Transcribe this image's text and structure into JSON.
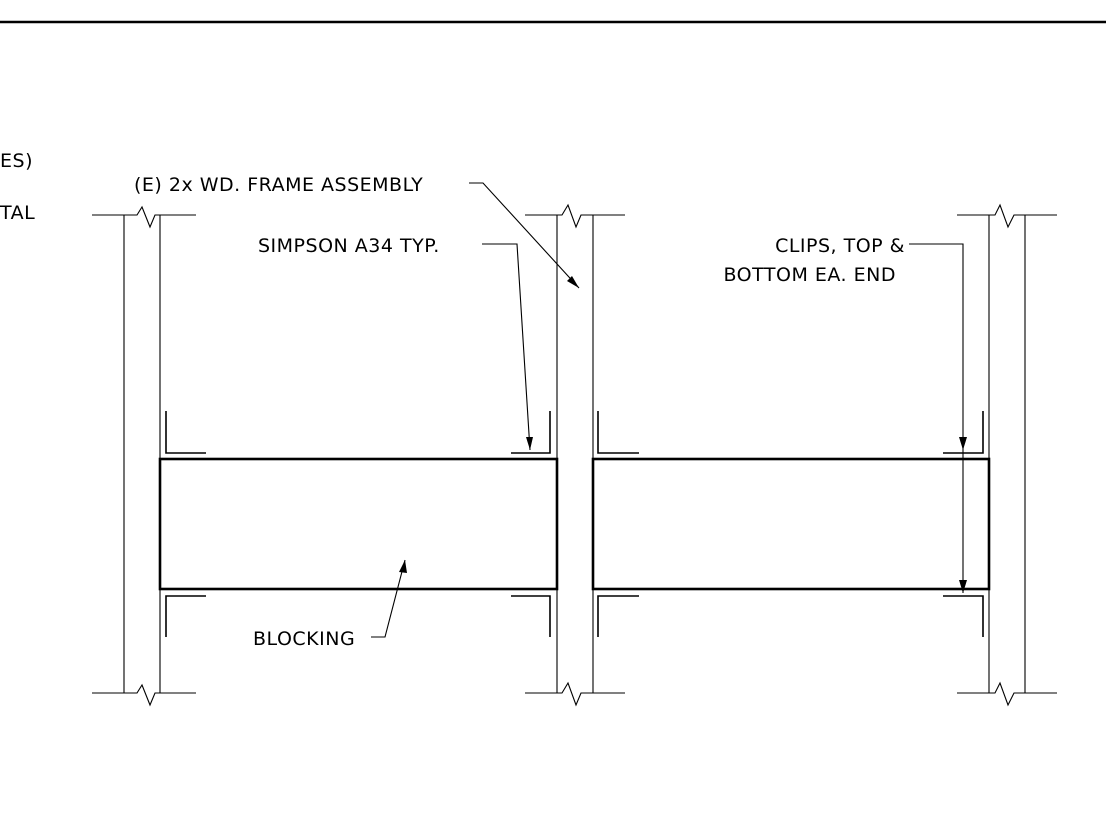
{
  "labels": {
    "left_partial_1": "ES)",
    "left_partial_2": "TAL",
    "frame_assembly": "(E) 2x WD. FRAME ASSEMBLY",
    "simpson": "SIMPSON A34 TYP.",
    "clips_line1": "CLIPS, TOP &",
    "clips_line2": "BOTTOM EA. END",
    "blocking": "BLOCKING"
  }
}
